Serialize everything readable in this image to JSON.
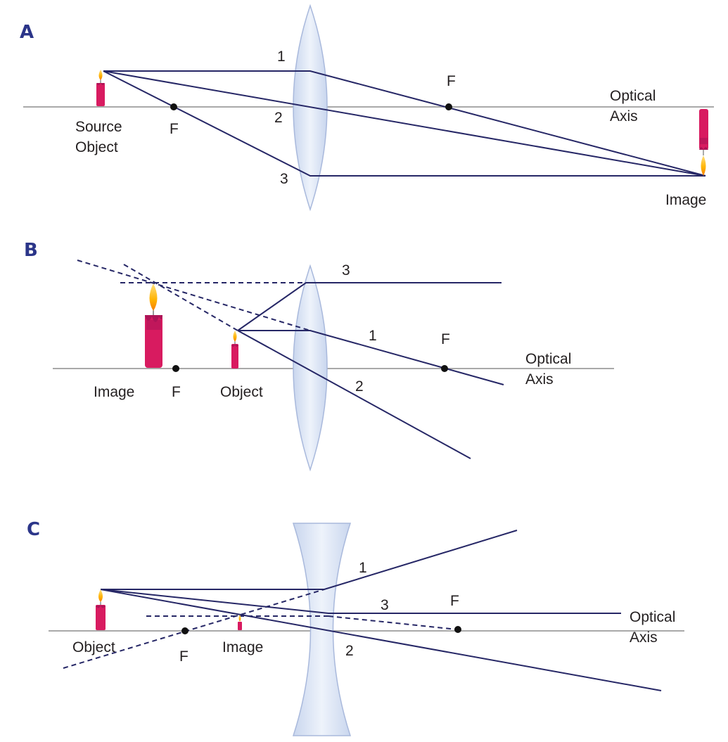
{
  "panels": [
    {
      "letter": "A",
      "labels": {
        "source_line1": "Source",
        "source_line2": "Object",
        "focal_left": "F",
        "focal_right": "F",
        "ray1": "1",
        "ray2": "2",
        "ray3": "3",
        "axis_line1": "Optical",
        "axis_line2": "Axis",
        "image": "Image"
      }
    },
    {
      "letter": "B",
      "labels": {
        "image": "Image",
        "focal_left": "F",
        "object": "Object",
        "ray3": "3",
        "ray1": "1",
        "focal_right": "F",
        "ray2": "2",
        "axis_line1": "Optical",
        "axis_line2": "Axis"
      }
    },
    {
      "letter": "C",
      "labels": {
        "object": "Object",
        "focal_left": "F",
        "image": "Image",
        "ray1": "1",
        "ray3": "3",
        "focal_right": "F",
        "ray2": "2",
        "axis_line1": "Optical",
        "axis_line2": "Axis"
      }
    }
  ],
  "colors": {
    "ray": "#262766",
    "axis": "#a9a9a9",
    "lens_fill": "#dfe7f5",
    "lens_edge": "#a9b9dc",
    "candle": "#d81b60",
    "flame": "#ffc107",
    "panel_letter": "#2b3589"
  }
}
